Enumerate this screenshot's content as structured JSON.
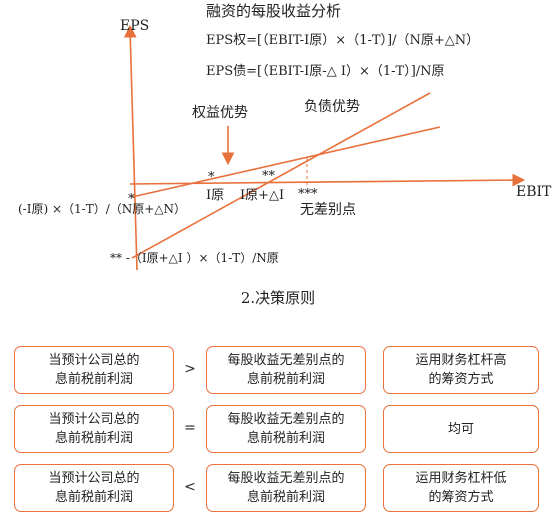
{
  "diagram": {
    "heading": "融资的每股收益分析",
    "formula_equity": "EPS权=[（EBIT-I原）×（1-T）]/（N原+△N）",
    "formula_debt": "EPS债=[（EBIT-I原-△ I）×（1-T）]/N原",
    "y_axis_label": "EPS",
    "x_axis_label": "EBIT",
    "label_equity_advantage": "权益优势",
    "label_debt_advantage": "负债优势",
    "marker_single": "*",
    "marker_double": "**",
    "marker_triple": "***",
    "tick_I_orig": "I原",
    "tick_I_plus": "I原+△I",
    "break_even_label": "无差别点",
    "intercept_equity": "(-I原) ×（1-T）/（N原+△N）",
    "intercept_debt": "**  -（I原+△I ）×（1-T）/N原",
    "colors": {
      "line": "#e8703a",
      "axis": "#e8703a",
      "box_border": "#e8703a"
    }
  },
  "decision": {
    "title": "2.决策原则",
    "rows": [
      {
        "left": "当预计公司总的\n息前税前利润",
        "op": ">",
        "middle": "每股收益无差别点的\n息前税前利润",
        "right": "运用财务杠杆高\n的筹资方式"
      },
      {
        "left": "当预计公司总的\n息前税前利润",
        "op": "=",
        "middle": "每股收益无差别点的\n息前税前利润",
        "right": "均可"
      },
      {
        "left": "当预计公司总的\n息前税前利润",
        "op": "<",
        "middle": "每股收益无差别点的\n息前税前利润",
        "right": "运用财务杠杆低\n的筹资方式"
      }
    ]
  }
}
